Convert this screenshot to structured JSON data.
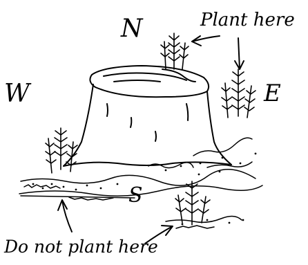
{
  "labels": {
    "north": "N",
    "west": "W",
    "east": "E",
    "south": "S",
    "plant_here": "Plant here",
    "do_not_plant_here": "Do not plant here"
  },
  "colors": {
    "ink": "#000000",
    "background": "#ffffff"
  },
  "icons": [
    "tree-stump-icon",
    "seedling-icon",
    "arrow-icon"
  ]
}
